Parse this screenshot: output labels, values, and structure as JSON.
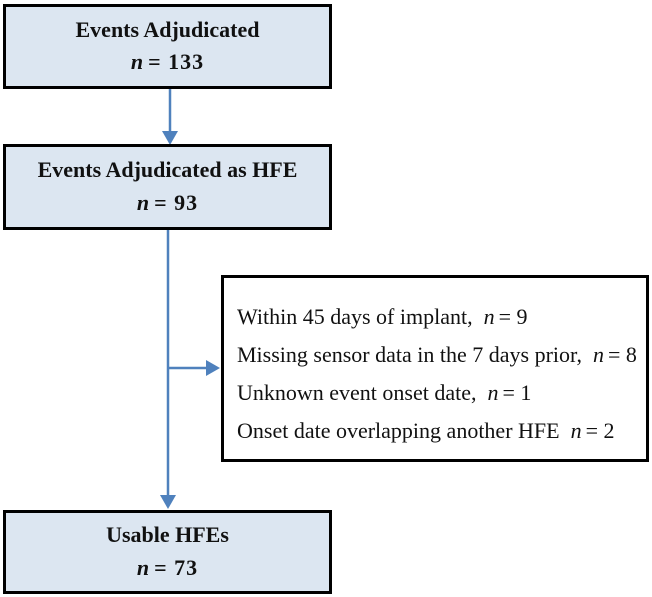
{
  "diagram": {
    "type": "flowchart",
    "colors": {
      "box_fill": "#dce6f1",
      "box_border": "#000000",
      "exclusion_fill": "#ffffff",
      "arrow": "#4f81bd"
    }
  },
  "flow": {
    "boxes": [
      {
        "title": "Events Adjudicated",
        "n_var": "n",
        "n_value": "= 133"
      },
      {
        "title": "Events Adjudicated as HFE",
        "n_var": "n",
        "n_value": "= 93"
      },
      {
        "title": "Usable HFEs",
        "n_var": "n",
        "n_value": "= 73"
      }
    ]
  },
  "exclusions": {
    "items": [
      {
        "text": "Within 45 days of implant,",
        "n_var": "n",
        "n_value": "= 9"
      },
      {
        "text": "Missing sensor data in the 7 days prior,",
        "n_var": "n",
        "n_value": "= 8"
      },
      {
        "text": "Unknown event onset date,",
        "n_var": "n",
        "n_value": "= 1"
      },
      {
        "text": "Onset date overlapping another HFE",
        "n_var": "n",
        "n_value": "= 2"
      }
    ]
  }
}
